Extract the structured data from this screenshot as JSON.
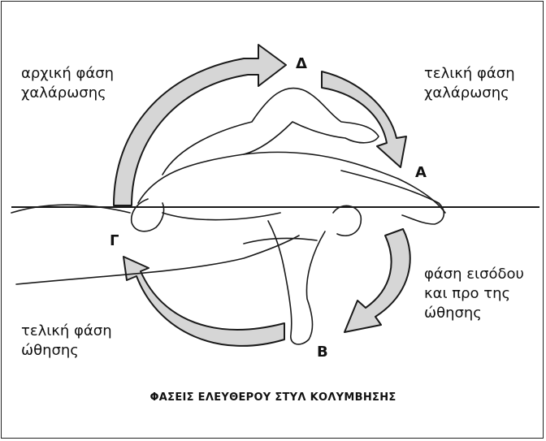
{
  "labels": {
    "initial_relax": [
      "αρχική φάση",
      "χαλάρωσης"
    ],
    "final_relax": [
      "τελική φάση",
      "χαλάρωσης"
    ],
    "entry_prepush": [
      "φάση εισόδου",
      "και προ της",
      "ώθησης"
    ],
    "final_push": [
      "τελική φάση",
      "ώθησης"
    ]
  },
  "points": {
    "delta": "Δ",
    "alpha": "Α",
    "beta": "Β",
    "gamma": "Γ"
  },
  "caption": "ΦΑΣΕΙΣ ΕΛΕΥΘΕΡΟΥ ΣΤΥΛ ΚΟΛΥΜΒΗΣΗΣ",
  "colors": {
    "arrow_fill": "#d6d6d6",
    "stroke": "#1a1a1a"
  }
}
